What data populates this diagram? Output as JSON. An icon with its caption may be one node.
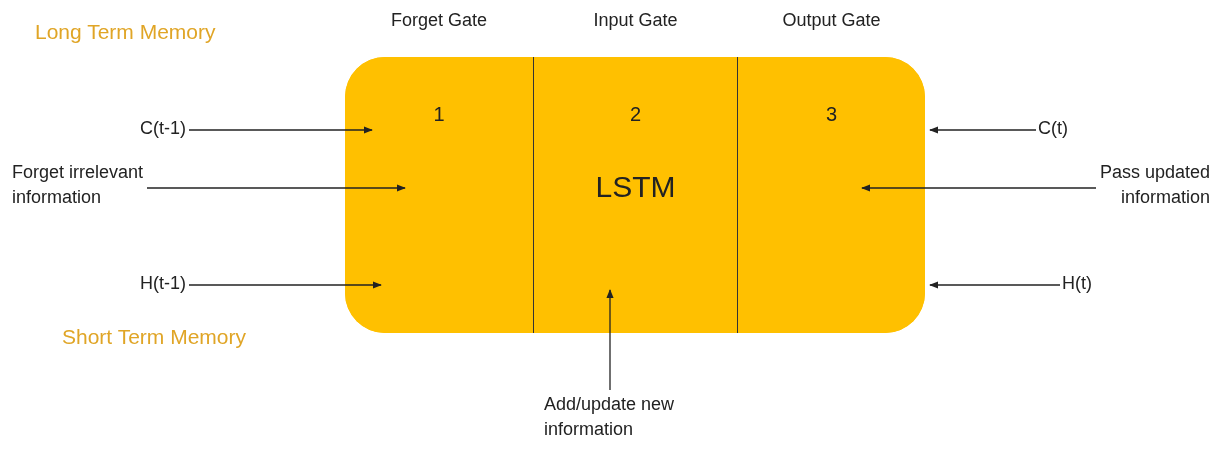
{
  "diagram": {
    "nodes": [
      {
        "text": [],
        "shape": "box"
      },
      {
        "text": [
          "Forget Gate",
          "1"
        ],
        "in": 0
      },
      {
        "text": [
          "Input Gate",
          "2",
          "LSTM"
        ],
        "in": 0
      },
      {
        "text": [
          "Output Gate",
          "3"
        ],
        "in": 0
      },
      {
        "text": [
          "C(t-1)"
        ]
      },
      {
        "text": [
          "Forget irrelevant information"
        ]
      },
      {
        "text": [
          "H(t-1)"
        ]
      },
      {
        "text": [
          "C(t)"
        ]
      },
      {
        "text": [
          "Pass updated information"
        ]
      },
      {
        "text": [
          "H(t)"
        ]
      },
      {
        "text": [
          "Add/update new information"
        ]
      }
    ],
    "edges": [
      {
        "from": 4,
        "to": 1,
        "arrow": "to"
      },
      {
        "from": 5,
        "to": 1,
        "arrow": "to"
      },
      {
        "from": 6,
        "to": 1,
        "arrow": "to"
      },
      {
        "from": 7,
        "to": 3,
        "arrow": "to"
      },
      {
        "from": 8,
        "to": 3,
        "arrow": "to"
      },
      {
        "from": 9,
        "to": 3,
        "arrow": "to"
      },
      {
        "from": 10,
        "to": 2,
        "arrow": "to"
      }
    ],
    "labels": [
      "Long Term Memory",
      "Short Term Memory"
    ]
  }
}
